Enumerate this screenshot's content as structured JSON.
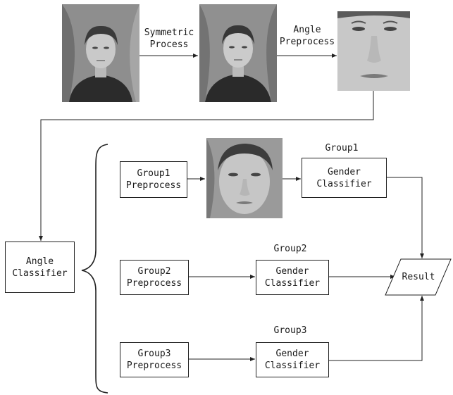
{
  "top_row": {
    "symmetric_label_line1": "Symmetric",
    "symmetric_label_line2": "Process",
    "angle_pre_label_line1": "Angle",
    "angle_pre_label_line2": "Preprocess"
  },
  "angle_classifier": {
    "line1": "Angle",
    "line2": "Classifier"
  },
  "groups": [
    {
      "title": "Group1",
      "preprocess_line1": "Group1",
      "preprocess_line2": "Preprocess",
      "classifier_line1": "Gender",
      "classifier_line2": "Classifier"
    },
    {
      "title": "Group2",
      "preprocess_line1": "Group2",
      "preprocess_line2": "Preprocess",
      "classifier_line1": "Gender",
      "classifier_line2": "Classifier"
    },
    {
      "title": "Group3",
      "preprocess_line1": "Group3",
      "preprocess_line2": "Preprocess",
      "classifier_line1": "Gender",
      "classifier_line2": "Classifier"
    }
  ],
  "result": {
    "label": "Result"
  }
}
